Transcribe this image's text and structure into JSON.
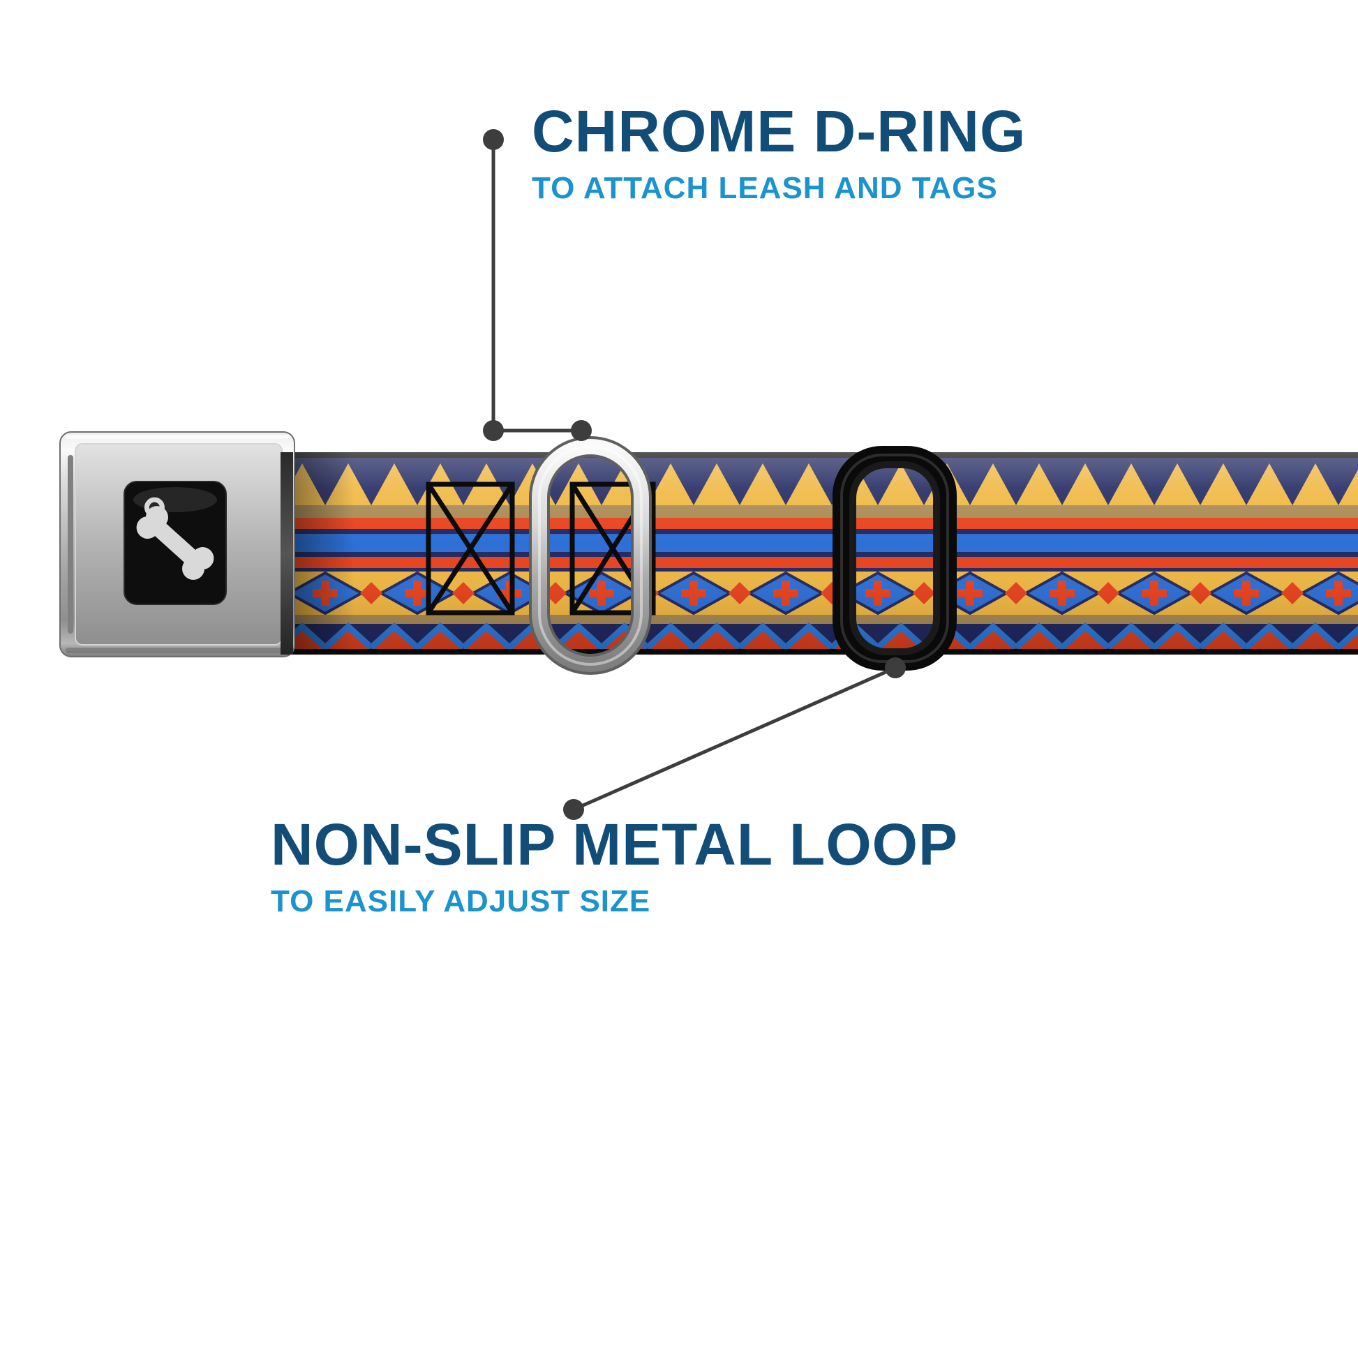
{
  "callouts": {
    "d_ring": {
      "title": "CHROME D-RING",
      "subtitle": "TO ATTACH LEASH AND TAGS"
    },
    "metal_loop": {
      "title": "NON-SLIP METAL LOOP",
      "subtitle": "TO EASILY ADJUST SIZE"
    }
  },
  "product": {
    "item": "seatbelt-buckle dog collar",
    "pattern": "aztec geometric: triangles, stripes, diamonds with crosses, zigzag",
    "logo_icon": "bone-icon"
  },
  "colors": {
    "heading": "#124d77",
    "subheading": "#1a93ce",
    "callout-line": "#3d3d3d",
    "strap-gold": "#f0b844",
    "strap-tan": "#ab8b55",
    "strap-navy": "#232a62",
    "strap-red": "#e8431f",
    "strap-blue": "#2e6fd6",
    "strap-bright-blue": "#2f7de2",
    "buckle-black": "#0e0e0e",
    "bone-white": "#d9d9d9",
    "loop-black": "#0a0a0a"
  }
}
